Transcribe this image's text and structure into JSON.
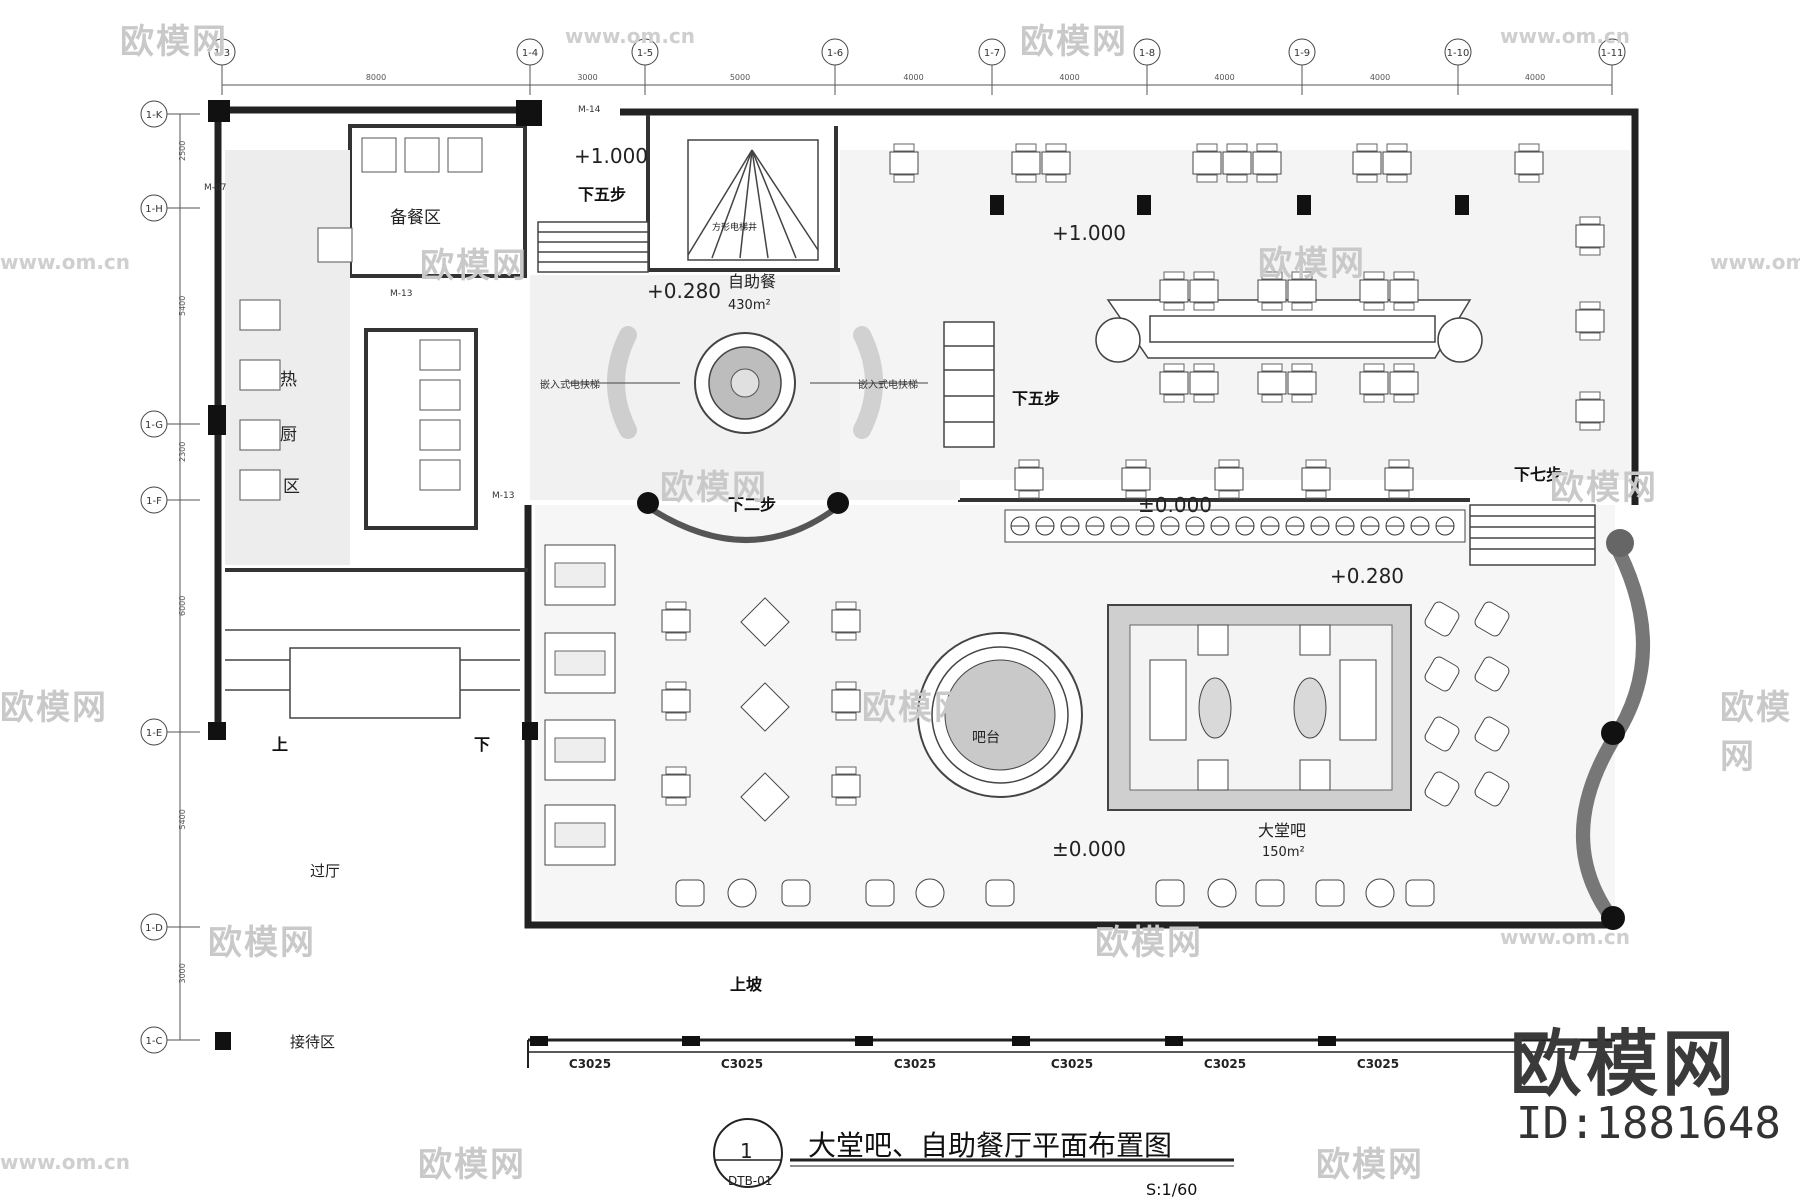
{
  "drawing": {
    "title": "大堂吧、自助餐厅平面布置图",
    "scale": "S:1/60",
    "sheet_number": "1",
    "sheet_code": "DTB-01"
  },
  "grid": {
    "top_labels": [
      "1-3",
      "1-4",
      "1-5",
      "1-6",
      "1-7",
      "1-8",
      "1-9",
      "1-10",
      "1-11"
    ],
    "dimensions": [
      "8000",
      "3000",
      "5000",
      "4000",
      "4000",
      "4000",
      "4000",
      "4000",
      "4000"
    ],
    "left_labels": [
      "1-K",
      "1-H",
      "1-G",
      "1-F",
      "1-E",
      "1-D",
      "1-C"
    ],
    "left_dimensions": [
      "2500",
      "5400",
      "2300",
      "6000",
      "5400",
      "3000"
    ]
  },
  "rooms": {
    "buffet": "自助餐",
    "buffet_area": "430m²",
    "prep": "备餐区",
    "hot_kitchen": [
      "热",
      "厨",
      "区"
    ],
    "lobby_bar": "大堂吧",
    "lobby_bar_area": "150m²",
    "bar_counter": "吧台",
    "vestibule": "过厅",
    "reception": "接待区",
    "escalator": "方形电梯井"
  },
  "levels": {
    "upper": "+1.000",
    "upper_right": "+1.000",
    "buffet": "+0.280",
    "planter": "±0.000",
    "lobby_mid": "+0.280",
    "lobby": "±0.000"
  },
  "steps": {
    "down5_left": "下五步",
    "down5_mid": "下五步",
    "down2": "下二步",
    "down7": "下七步",
    "ramp_up": "上坡",
    "stair_up": "上",
    "stair_down": "下"
  },
  "doors": {
    "m14": "M-14",
    "m13": "M-13",
    "m07": "M-07"
  },
  "windows": [
    "C3025",
    "C3025",
    "C3025",
    "C3025",
    "C3025",
    "C3025"
  ],
  "equipment": {
    "left": "嵌入式电扶梯",
    "right": "嵌入式电扶梯"
  },
  "watermark": {
    "text": "欧模网",
    "url": "www.om.cn",
    "brand": "欧模网",
    "id": "ID:1881648"
  }
}
